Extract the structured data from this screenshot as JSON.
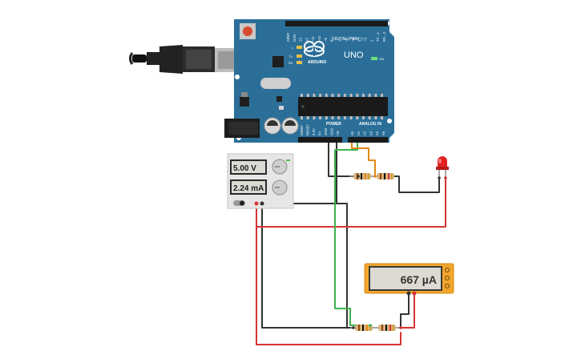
{
  "arduino": {
    "logo_text": "ARDUINO",
    "model": "UNO",
    "on_label": "ON",
    "digital_header": "DIGITAL (PWM~)",
    "power_label": "POWER",
    "analog_label": "ANALOG IN",
    "led_l": "L",
    "led_tx": "TX",
    "led_rx": "RX",
    "digital_pins": [
      "AREF",
      "GND",
      "13",
      "12",
      "~11",
      "~10",
      "~9",
      "8",
      "7",
      "~6",
      "~5",
      "4",
      "~3",
      "2",
      "TX→1",
      "RX←0"
    ],
    "power_pins": [
      "IOREF",
      "RESET",
      "3.3V",
      "5V",
      "GND",
      "GND",
      "Vin"
    ],
    "analog_pins": [
      "A0",
      "A1",
      "A2",
      "A3",
      "A4",
      "A5"
    ]
  },
  "power_supply": {
    "voltage": "5.00 V",
    "current": "2.24 mA"
  },
  "multimeter": {
    "reading": "667 µA"
  },
  "colors": {
    "board": "#2b6f99",
    "wire_red": "#d63333",
    "wire_black": "#333333",
    "wire_green": "#3fb34f",
    "wire_orange": "#e58a17",
    "multimeter": "#f2a62c",
    "led": "#e02020"
  }
}
